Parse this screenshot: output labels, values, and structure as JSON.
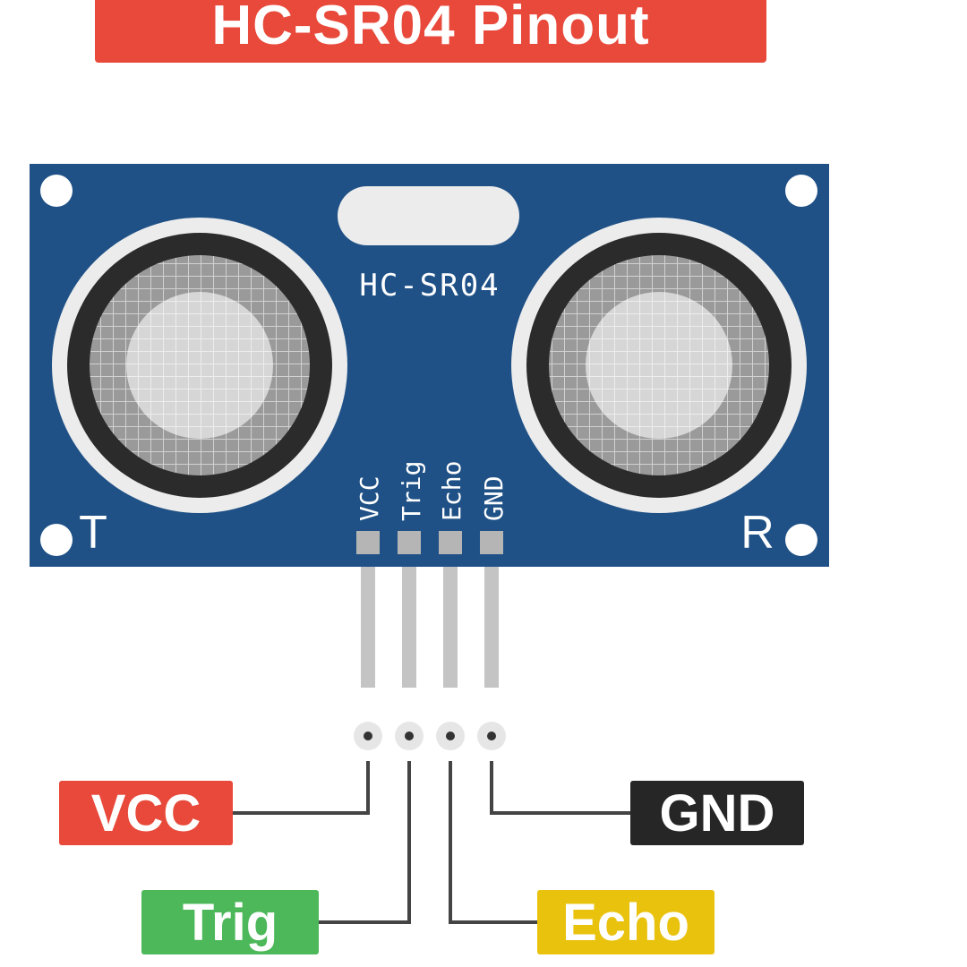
{
  "title": "HC-SR04 Pinout",
  "board": {
    "model_label": "HC-SR04",
    "transmitter_label": "T",
    "receiver_label": "R",
    "pins": [
      "VCC",
      "Trig",
      "Echo",
      "GND"
    ]
  },
  "labels": {
    "vcc": "VCC",
    "trig": "Trig",
    "echo": "Echo",
    "gnd": "GND"
  },
  "colors": {
    "title_bg": "#e8493a",
    "board": "#1f5186",
    "vcc": "#e8493a",
    "gnd": "#262626",
    "trig": "#4cb85a",
    "echo": "#e9c20e"
  }
}
